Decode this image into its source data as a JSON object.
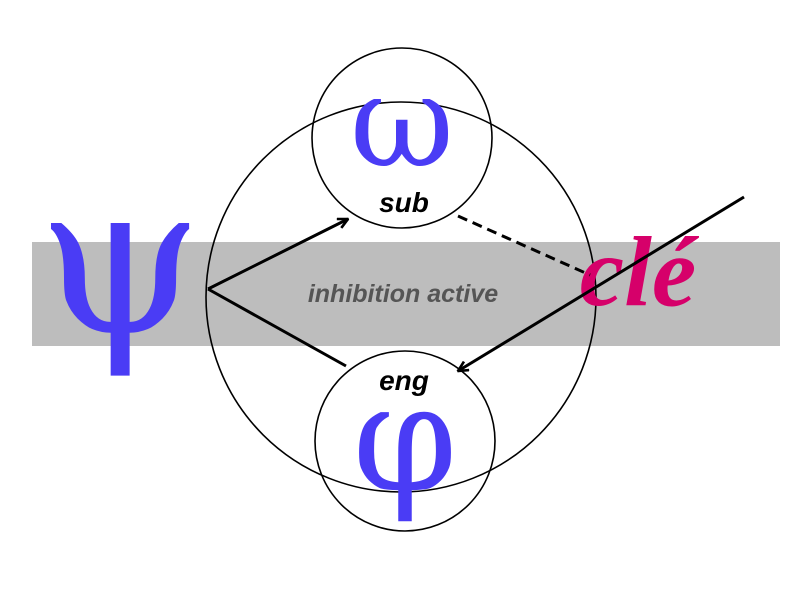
{
  "symbols": {
    "psi": "ψ",
    "omega": "ω",
    "phi": "φ",
    "key_word": "clé"
  },
  "labels": {
    "top_node": "sub",
    "bottom_node": "eng",
    "band": "inhibition active"
  },
  "colors": {
    "greek": "#4a3cf5",
    "key_word": "#d6006a",
    "band": "#bdbdbd",
    "band_text": "#555555",
    "stroke": "#000000"
  }
}
